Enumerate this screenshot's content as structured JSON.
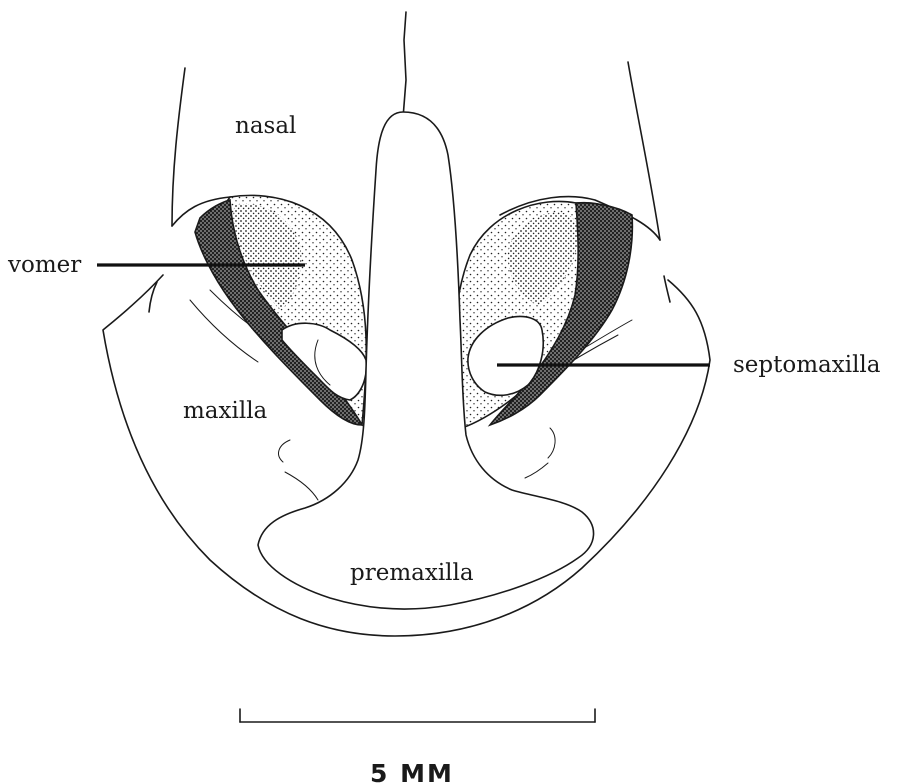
{
  "labels": {
    "nasal": "nasal",
    "vomer": "vomer",
    "septomaxilla": "septomaxilla",
    "maxilla": "maxilla",
    "premaxilla": "premaxilla"
  },
  "scale_bar": {
    "label": "5 MM"
  },
  "colors": {
    "ink": "#1a1a1a",
    "background": "#ffffff"
  }
}
